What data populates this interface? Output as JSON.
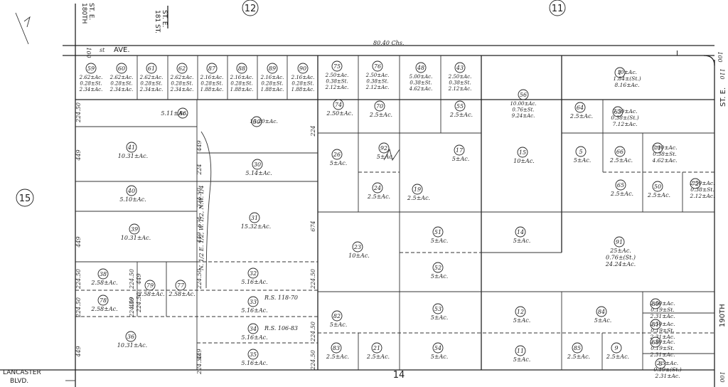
{
  "roads": {
    "ave_label": "AVE.",
    "ave_prefix": "st",
    "ave_chain": "80.40 Chs.",
    "blvd_1": "LANCASTER",
    "blvd_2": "BLVD.",
    "s180": "180TH",
    "s180b": "ST. E.",
    "s181": "181 ST.",
    "s181b": "ST. E.",
    "s190": "190TH",
    "s190b": "ST. E.",
    "i_mark": "I",
    "nw_note": "N. 1/2 E. 1/2, W. 1/2, N.W. 1/4",
    "rs1": "R.S. 118-70",
    "rs2": "R.S. 106-83"
  },
  "sections": {
    "s12": "12",
    "s11": "11",
    "s15": "15",
    "s14": "14"
  },
  "dims": [
    "100",
    "100",
    "110",
    "224.50",
    "449",
    "449",
    "224.50",
    "449",
    "224.50",
    "224.50",
    "449",
    "224",
    "449",
    "224.50",
    "674",
    "449",
    "224.50",
    "224.50",
    "449",
    "224.50",
    "224",
    "674",
    "224.50",
    "224.50",
    "224.50",
    "449",
    "224.50",
    "100"
  ],
  "parcels": [
    {
      "n": "59",
      "a": "2.62±Ac.",
      "b": "0.28±St.",
      "c": "2.34±Ac."
    },
    {
      "n": "60",
      "a": "2.62±Ac.",
      "b": "0.28±St.",
      "c": "2.34±Ac."
    },
    {
      "n": "61",
      "a": "2.62±Ac.",
      "b": "0.28±St.",
      "c": "2.34±Ac."
    },
    {
      "n": "62",
      "a": "2.62±Ac.",
      "b": "0.28±St.",
      "c": "2.34±Ac."
    },
    {
      "n": "87",
      "a": "2.16±Ac.",
      "b": "0.28±St.",
      "c": "1.88±Ac."
    },
    {
      "n": "88",
      "a": "2.16±Ac.",
      "b": "0.28±St.",
      "c": "1.88±Ac."
    },
    {
      "n": "89",
      "a": "2.16±Ac.",
      "b": "0.28±St.",
      "c": "1.88±Ac."
    },
    {
      "n": "90",
      "a": "2.16±Ac.",
      "b": "0.28±St.",
      "c": "1.88±Ac."
    },
    {
      "n": "75",
      "a": "2.50±Ac.",
      "b": "0.38±St.",
      "c": "2.12±Ac."
    },
    {
      "n": "76",
      "a": "2.50±Ac.",
      "b": "0.38±St.",
      "c": "2.12±Ac."
    },
    {
      "n": "48",
      "a": "5.00±Ac.",
      "b": "0.38±St.",
      "c": "4.62±Ac."
    },
    {
      "n": "43",
      "a": "2.50±Ac.",
      "b": "0.38±St.",
      "c": "2.12±Ac."
    },
    {
      "n": "1",
      "a": "10±Ac.",
      "b": "1.84±(St.)",
      "c": "8.16±Ac."
    },
    {
      "n": "56",
      "a": "10.00±Ac.",
      "b": "0.76±St.",
      "c": "9.24±Ac."
    },
    {
      "n": "86",
      "a": "5.11±Ac.",
      "b": "",
      "c": ""
    },
    {
      "n": "50",
      "a": "10.20±Ac.",
      "b": "",
      "c": ""
    },
    {
      "n": "74",
      "a": "2.50±Ac.",
      "b": "",
      "c": ""
    },
    {
      "n": "70",
      "a": "2.5±Ac.",
      "b": "",
      "c": ""
    },
    {
      "n": "55",
      "a": "2.5±Ac.",
      "b": "",
      "c": ""
    },
    {
      "n": "64",
      "a": "2.5±Ac.",
      "b": "",
      "c": ""
    },
    {
      "n": "63",
      "a": "7.50±Ac.",
      "b": "0.38±(St.)",
      "c": "7.12±Ac."
    },
    {
      "n": "41",
      "a": "10.31±Ac.",
      "b": "",
      "c": ""
    },
    {
      "n": "30",
      "a": "5.14±Ac.",
      "b": "",
      "c": ""
    },
    {
      "n": "26",
      "a": "5±Ac.",
      "b": "",
      "c": ""
    },
    {
      "n": "92",
      "a": "5±Ac.",
      "b": "",
      "c": ""
    },
    {
      "n": "17",
      "a": "5±Ac.",
      "b": "",
      "c": ""
    },
    {
      "n": "15",
      "a": "10±Ac.",
      "b": "",
      "c": ""
    },
    {
      "n": "5",
      "a": "5±Ac.",
      "b": "",
      "c": ""
    },
    {
      "n": "66",
      "a": "2.5±Ac.",
      "b": "",
      "c": ""
    },
    {
      "n": "71",
      "a": "5.00±Ac.",
      "b": "0.38±St.",
      "c": "4.62±Ac."
    },
    {
      "n": "40",
      "a": "5.10±Ac.",
      "b": "",
      "c": ""
    },
    {
      "n": "24",
      "a": "2.5±Ac.",
      "b": "",
      "c": ""
    },
    {
      "n": "19",
      "a": "2.5±Ac.",
      "b": "",
      "c": ""
    },
    {
      "n": "65",
      "a": "2.5±Ac.",
      "b": "",
      "c": ""
    },
    {
      "n": "50",
      "a": "2.5±Ac.",
      "b": "",
      "c": ""
    },
    {
      "n": "72",
      "a": "2.50±Ac.",
      "b": "0.38±St.",
      "c": "2.12±Ac."
    },
    {
      "n": "39",
      "a": "10.31±Ac.",
      "b": "",
      "c": ""
    },
    {
      "n": "31",
      "a": "15.32±Ac.",
      "b": "",
      "c": ""
    },
    {
      "n": "51",
      "a": "5±Ac.",
      "b": "",
      "c": ""
    },
    {
      "n": "14",
      "a": "5±Ac.",
      "b": "",
      "c": ""
    },
    {
      "n": "23",
      "a": "10±Ac.",
      "b": "",
      "c": ""
    },
    {
      "n": "91",
      "a": "25±Ac.",
      "b": "0.76±(St.)",
      "c": "24.24±Ac."
    },
    {
      "n": "38",
      "a": "2.58±Ac.",
      "b": "",
      "c": ""
    },
    {
      "n": "79",
      "a": "2.58±Ac.",
      "b": "",
      "c": ""
    },
    {
      "n": "77",
      "a": "2.58±Ac.",
      "b": "",
      "c": ""
    },
    {
      "n": "32",
      "a": "5.16±Ac.",
      "b": "",
      "c": ""
    },
    {
      "n": "52",
      "a": "5±Ac.",
      "b": "",
      "c": ""
    },
    {
      "n": "78",
      "a": "2.58±Ac.",
      "b": "",
      "c": ""
    },
    {
      "n": "33",
      "a": "5.16±Ac.",
      "b": "",
      "c": ""
    },
    {
      "n": "53",
      "a": "5±Ac.",
      "b": "",
      "c": ""
    },
    {
      "n": "12",
      "a": "5±Ac.",
      "b": "",
      "c": ""
    },
    {
      "n": "84",
      "a": "5±Ac.",
      "b": "",
      "c": ""
    },
    {
      "n": "80",
      "a": "2.50±Ac.",
      "b": "0.19±St.",
      "c": "2.31±Ac."
    },
    {
      "n": "81",
      "a": "2.50±Ac.",
      "b": "0.19±St.",
      "c": "2.31±Ac."
    },
    {
      "n": "82",
      "a": "5±Ac.",
      "b": "",
      "c": ""
    },
    {
      "n": "36",
      "a": "10.31±Ac.",
      "b": "",
      "c": ""
    },
    {
      "n": "34",
      "a": "5.16±Ac.",
      "b": "",
      "c": ""
    },
    {
      "n": "68",
      "a": "2.50±Ac.",
      "b": "0.19±St.",
      "c": "2.31±Ac."
    },
    {
      "n": "35",
      "a": "5.16±Ac.",
      "b": "",
      "c": ""
    },
    {
      "n": "83",
      "a": "2.5±Ac.",
      "b": "",
      "c": ""
    },
    {
      "n": "21",
      "a": "2.5±Ac.",
      "b": "",
      "c": ""
    },
    {
      "n": "54",
      "a": "5±Ac.",
      "b": "",
      "c": ""
    },
    {
      "n": "11",
      "a": "5±Ac.",
      "b": "",
      "c": ""
    },
    {
      "n": "85",
      "a": "2.5±Ac.",
      "b": "",
      "c": ""
    },
    {
      "n": "9",
      "a": "2.5±Ac.",
      "b": "",
      "c": ""
    },
    {
      "n": "8",
      "a": "2.5±Ac.",
      "b": "0.19±(St.)",
      "c": "2.31±Ac."
    }
  ]
}
